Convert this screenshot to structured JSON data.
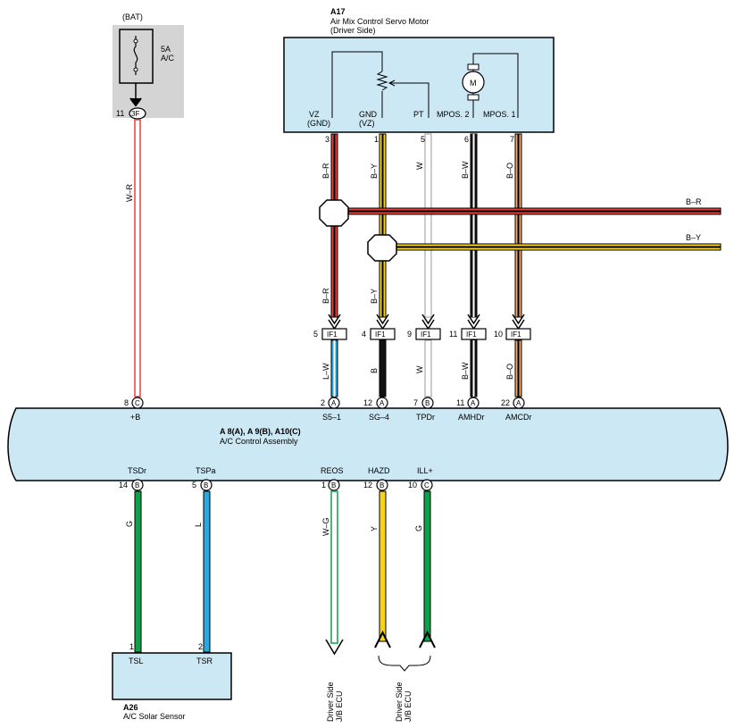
{
  "battery": {
    "label": "(BAT)",
    "fuse_rating": "5A",
    "fuse_name": "A/C",
    "pin": "11",
    "connector": "3F"
  },
  "servo": {
    "code": "A17",
    "name": "Air Mix Control Servo Motor",
    "side": "(Driver Side)",
    "motor_symbol": "M",
    "terminals": [
      {
        "name": "VZ",
        "sub": "(GND)",
        "pin": "3",
        "wire": "B–R"
      },
      {
        "name": "GND",
        "sub": "(VZ)",
        "pin": "1",
        "wire": "B–Y"
      },
      {
        "name": "PT",
        "sub": "",
        "pin": "5",
        "wire": "W"
      },
      {
        "name": "MPOS. 2",
        "sub": "",
        "pin": "6",
        "wire": "B–W"
      },
      {
        "name": "MPOS. 1",
        "sub": "",
        "pin": "7",
        "wire": "B–O"
      }
    ]
  },
  "splices": {
    "branch_1_wire": "B–R",
    "branch_2_wire": "B–Y"
  },
  "lower_wire_labels": [
    "B–R",
    "B–Y"
  ],
  "bat_wire": "W–R",
  "if1": [
    {
      "pin": "5",
      "conn": "IF1",
      "wire_out": "L–W"
    },
    {
      "pin": "4",
      "conn": "IF1",
      "wire_out": "B"
    },
    {
      "pin": "9",
      "conn": "IF1",
      "wire_out": "W"
    },
    {
      "pin": "11",
      "conn": "IF1",
      "wire_out": "B–W"
    },
    {
      "pin": "10",
      "conn": "IF1",
      "wire_out": "B–O"
    }
  ],
  "ecu": {
    "codes": "A 8(A), A 9(B), A10(C)",
    "name": "A/C Control Assembly",
    "top_terminals": [
      {
        "pin": "8",
        "conn": "C",
        "name": "+B"
      },
      {
        "pin": "2",
        "conn": "A",
        "name": "S5–1"
      },
      {
        "pin": "12",
        "conn": "A",
        "name": "SG–4"
      },
      {
        "pin": "7",
        "conn": "B",
        "name": "TPDr"
      },
      {
        "pin": "11",
        "conn": "A",
        "name": "AMHDr"
      },
      {
        "pin": "22",
        "conn": "A",
        "name": "AMCDr"
      }
    ],
    "bottom_terminals": [
      {
        "pin": "14",
        "conn": "B",
        "name": "TSDr",
        "wire": "G"
      },
      {
        "pin": "5",
        "conn": "B",
        "name": "TSPa",
        "wire": "L"
      },
      {
        "pin": "1",
        "conn": "B",
        "name": "REOS",
        "wire": "W–G"
      },
      {
        "pin": "12",
        "conn": "B",
        "name": "HAZD",
        "wire": "Y"
      },
      {
        "pin": "10",
        "conn": "C",
        "name": "ILL+",
        "wire": "G"
      }
    ]
  },
  "sensor": {
    "code": "A26",
    "name": "A/C Solar Sensor",
    "pins": [
      {
        "pin": "1",
        "name": "TSL"
      },
      {
        "pin": "2",
        "name": "TSR"
      }
    ]
  },
  "destinations": {
    "reos_to": [
      "Driver Side",
      "J/B ECU"
    ],
    "group_to": [
      "Driver Side",
      "J/B ECU"
    ]
  },
  "colors": {
    "box_fill": "#cce8f4",
    "battery_bg": "#d4d4d4",
    "red_stripe": "#e8413c",
    "yellow": "#f6d21b",
    "black": "#111111",
    "orange": "#f0a86a",
    "white_wire": "#ffffff",
    "light_blue": "#2aa8e0",
    "green": "#0fa04a"
  }
}
